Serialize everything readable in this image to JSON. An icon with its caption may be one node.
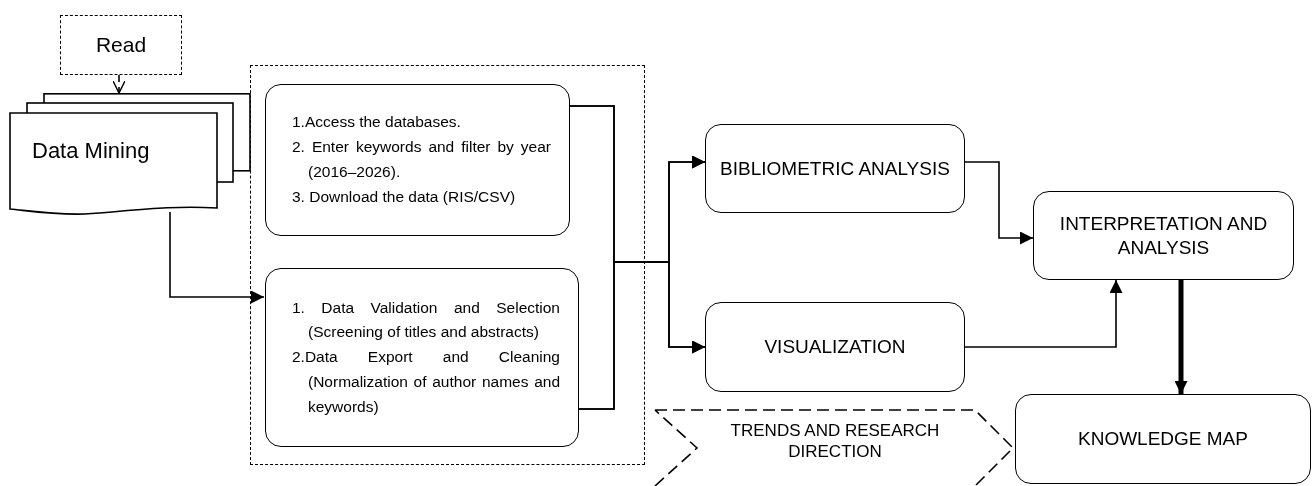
{
  "diagram": {
    "nodes": [
      {
        "text": [
          "Read"
        ]
      },
      {
        "text": [
          "Data Mining"
        ]
      },
      {
        "text": [],
        "shape": "box"
      },
      {
        "text": [
          "1.Access the databases.",
          "2. Enter keywords and filter by year (2016–2026).",
          "3. Download the data (RIS/CSV)"
        ],
        "in": 2
      },
      {
        "text": [
          "1. Data Validation and Selection (Screening of titles and abstracts)",
          "2.Data Export and Cleaning (Normalization of author names and keywords)"
        ],
        "in": 2
      },
      {
        "text": [
          "BIBLIOMETRIC ANALYSIS"
        ]
      },
      {
        "text": [
          "VISUALIZATION"
        ]
      },
      {
        "text": [
          "INTERPRETATION AND ANALYSIS"
        ]
      },
      {
        "text": [
          "TRENDS AND RESEARCH DIRECTION"
        ]
      },
      {
        "text": [
          "KNOWLEDGE MAP"
        ]
      }
    ],
    "edges": [
      {
        "from": 0,
        "to": 1,
        "arrow": "to",
        "style": "dashed"
      },
      {
        "from": 1,
        "to": 4,
        "arrow": "to"
      },
      {
        "from": 3,
        "to": 5,
        "arrow": "to"
      },
      {
        "from": 3,
        "to": 6,
        "arrow": "to"
      },
      {
        "from": 4,
        "to": 5,
        "arrow": "to"
      },
      {
        "from": 4,
        "to": 6,
        "arrow": "to"
      },
      {
        "from": 5,
        "to": 7,
        "arrow": "to"
      },
      {
        "from": 6,
        "to": 7,
        "arrow": "to"
      },
      {
        "from": 7,
        "to": 9,
        "arrow": "to",
        "style": "thick"
      }
    ]
  }
}
